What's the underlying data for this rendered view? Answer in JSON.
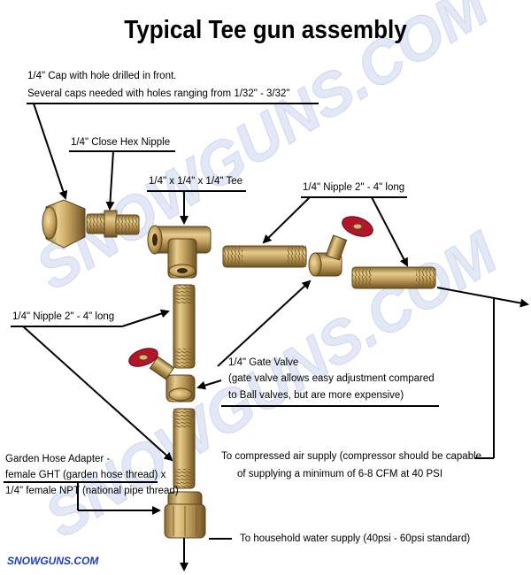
{
  "title": "Typical Tee gun assembly",
  "watermark": "SNOWGUNS.COM",
  "brand": "SNOWGUNS.COM",
  "colors": {
    "brass": "#c8a664",
    "brass_dark": "#8a6a30",
    "valve_red": "#b5152b",
    "watermark": "#dfe4f5",
    "brand": "#1b3fb5"
  },
  "labels": {
    "cap_line1": "1/4\" Cap with hole drilled in front.",
    "cap_line2": "Several caps needed with holes ranging from 1/32\" - 3/32\"",
    "hex_nipple": "1/4\" Close Hex Nipple",
    "tee": "1/4\" x 1/4\" x 1/4\" Tee",
    "nipple_top": "1/4\" Nipple 2\" - 4\" long",
    "nipple_left": "1/4\" Nipple 2\" - 4\" long",
    "gate_line1": "1/4\" Gate Valve",
    "gate_line2": "(gate valve allows easy adjustment compared",
    "gate_line3": "to Ball valves, but are more expensive)",
    "hose_line1": "Garden Hose Adapter -",
    "hose_line2": "female GHT (garden hose thread) x",
    "hose_line3": "1/4\" female NPT (national pipe thread)",
    "air_line1": "To compressed air supply (compressor should be capable",
    "air_line2": "of supplying a minimum of 6-8 CFM at 40 PSI",
    "water": "To household water supply (40psi - 60psi standard)"
  }
}
